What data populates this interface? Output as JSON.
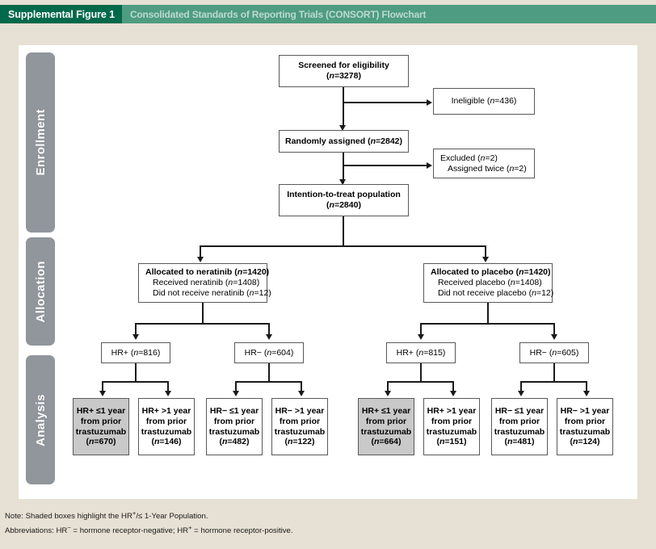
{
  "header": {
    "tag": "Supplemental Figure 1",
    "caption": "Consolidated Standards of Reporting Trials (CONSORT) Flowchart",
    "tag_color": "#00694a",
    "band_color": "#4e9c81",
    "caption_color": "#bdd9d2"
  },
  "stages": [
    {
      "label": "Enrollment"
    },
    {
      "label": "Allocation"
    },
    {
      "label": "Analysis"
    }
  ],
  "boxes": {
    "screened": {
      "line1": "Screened for eligibility",
      "line2": "(n=3278)"
    },
    "ineligible": {
      "line1": "Ineligible (n=436)"
    },
    "randomized": {
      "line1": "Randomly assigned (n=2842)"
    },
    "excluded": {
      "line1": "Excluded (n=2)",
      "line2": "Assigned twice (n=2)"
    },
    "itt": {
      "line1": "Intention-to-treat population",
      "line2": "(n=2840)"
    },
    "alloc_neratinib": {
      "line1": "Allocated to neratinib (n=1420)",
      "line2": "Received neratinib (n=1408)",
      "line3": "Did not receive neratinib (n=12)"
    },
    "alloc_placebo": {
      "line1": "Allocated to placebo (n=1420)",
      "line2": "Received placebo (n=1408)",
      "line3": "Did not receive placebo (n=12)"
    },
    "hr": [
      {
        "label": "HR+ (n=816)"
      },
      {
        "label": "HR− (n=604)"
      },
      {
        "label": "HR+ (n=815)"
      },
      {
        "label": "HR− (n=605)"
      }
    ],
    "analysis": [
      {
        "l1": "HR+ ≤1 year",
        "l2": "from prior",
        "l3": "trastuzumab",
        "l4": "(n=670)",
        "shaded": true
      },
      {
        "l1": "HR+ >1 year",
        "l2": "from prior",
        "l3": "trastuzumab",
        "l4": "(n=146)",
        "shaded": false
      },
      {
        "l1": "HR− ≤1 year",
        "l2": "from prior",
        "l3": "trastuzumab",
        "l4": "(n=482)",
        "shaded": false
      },
      {
        "l1": "HR− >1 year",
        "l2": "from prior",
        "l3": "trastuzumab",
        "l4": "(n=122)",
        "shaded": false
      },
      {
        "l1": "HR+ ≤1 year",
        "l2": "from prior",
        "l3": "trastuzumab",
        "l4": "(n=664)",
        "shaded": true
      },
      {
        "l1": "HR+ >1 year",
        "l2": "from prior",
        "l3": "trastuzumab",
        "l4": "(n=151)",
        "shaded": false
      },
      {
        "l1": "HR− ≤1 year",
        "l2": "from prior",
        "l3": "trastuzumab",
        "l4": "(n=481)",
        "shaded": false
      },
      {
        "l1": "HR− >1 year",
        "l2": "from prior",
        "l3": "trastuzumab",
        "l4": "(n=124)",
        "shaded": false
      }
    ]
  },
  "notes": {
    "note_prefix": "Note: Shaded boxes highlight the HR",
    "note_sup": "+",
    "note_mid": "/≤ 1-Year Population.",
    "abbr_prefix": "Abbreviations: HR",
    "abbr_sup1": "−",
    "abbr_mid": " = hormone receptor-negative; HR",
    "abbr_sup2": "+",
    "abbr_end": " = hormone receptor-positive."
  }
}
